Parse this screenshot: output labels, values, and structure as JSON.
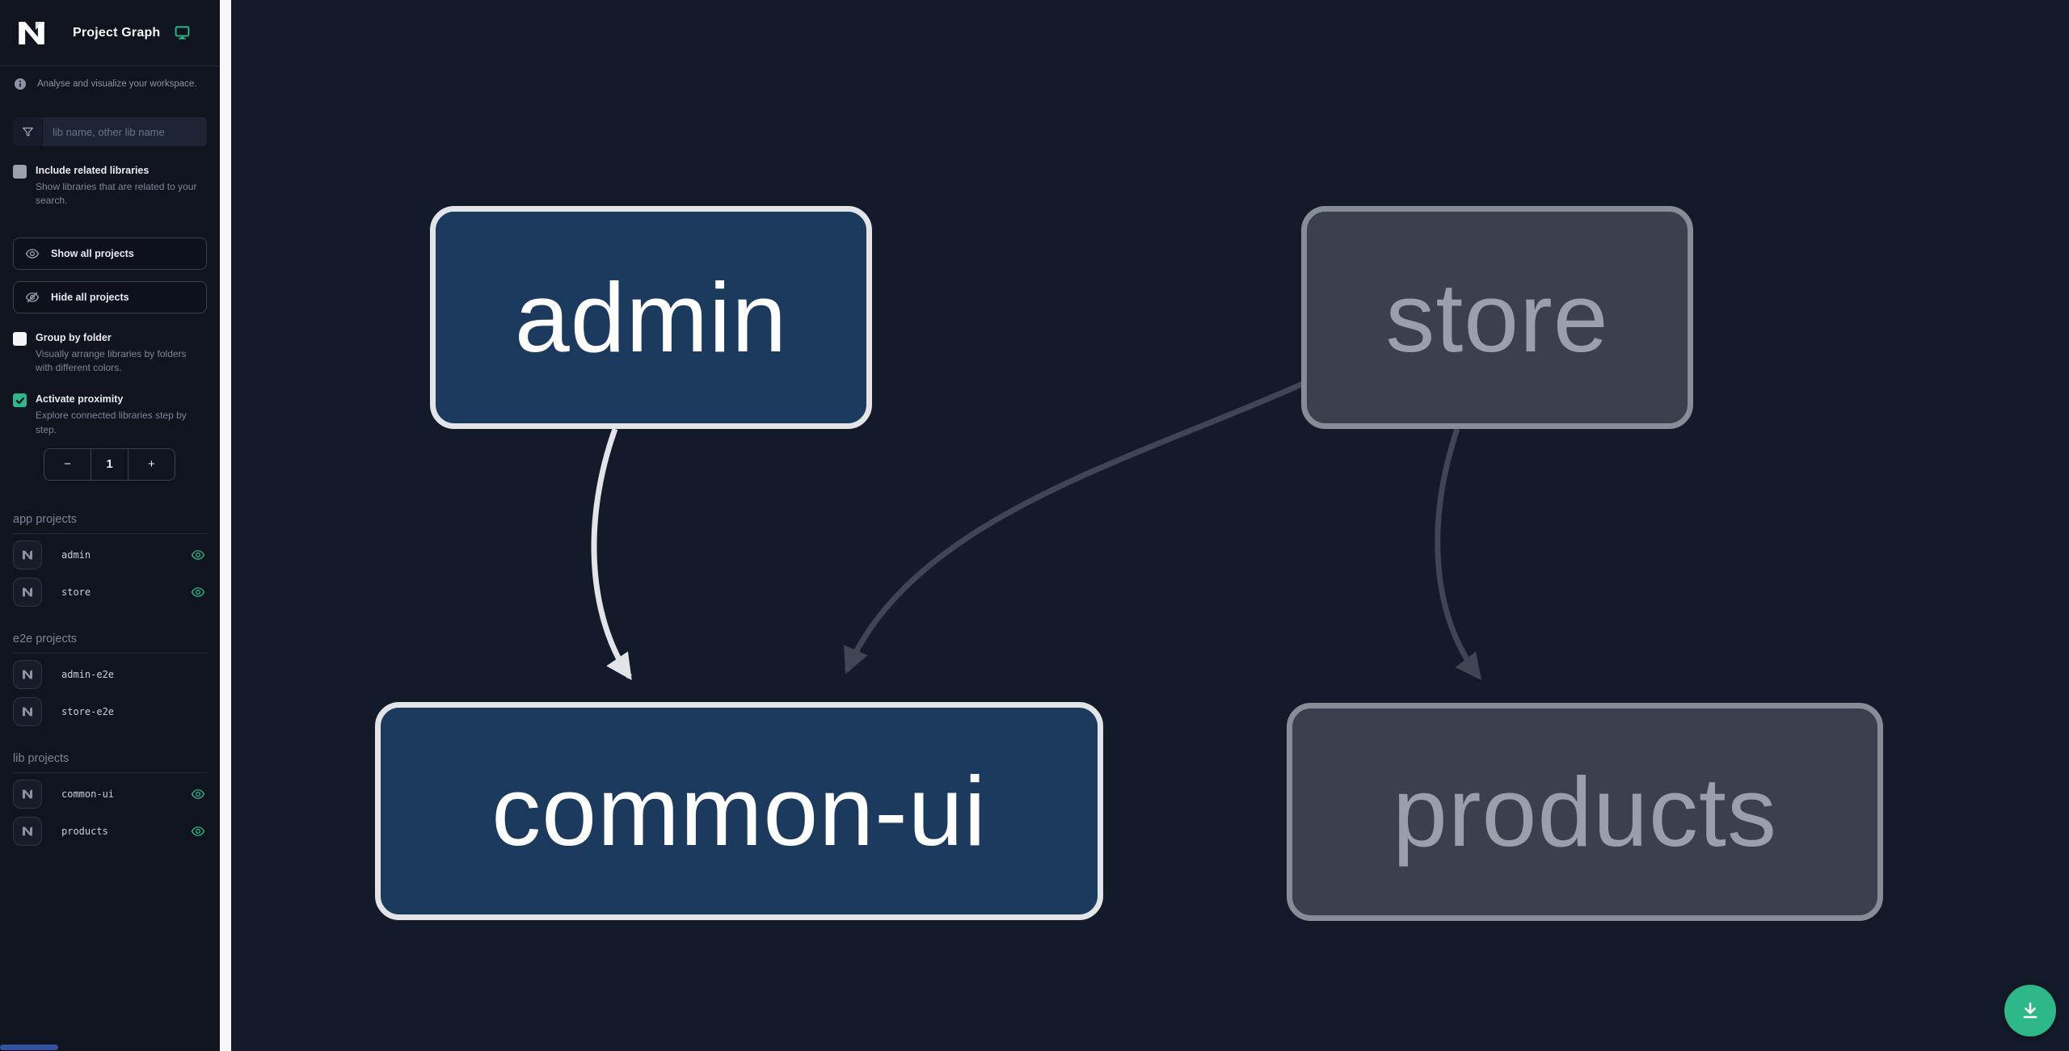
{
  "header": {
    "title": "Project Graph"
  },
  "sidebar": {
    "tagline": "Analyse and visualize your workspace.",
    "search_placeholder": "lib name, other lib name",
    "checkboxes": [
      {
        "label": "Include related libraries",
        "description": "Show libraries that are related to your search.",
        "checked": false
      },
      {
        "label": "Group by folder",
        "description": "Visually arrange libraries by folders with different colors.",
        "checked": false
      },
      {
        "label": "Activate proximity",
        "description": "Explore connected libraries step by step.",
        "checked": true
      }
    ],
    "buttons": {
      "show_all": "Show all projects",
      "hide_all": "Hide all projects"
    },
    "stepper": {
      "decrement": "−",
      "value": "1",
      "increment": "+"
    },
    "sections": [
      {
        "heading": "app projects",
        "items": [
          {
            "name": "admin",
            "visible": true
          },
          {
            "name": "store",
            "visible": true
          }
        ]
      },
      {
        "heading": "e2e projects",
        "items": [
          {
            "name": "admin-e2e",
            "visible": false
          },
          {
            "name": "store-e2e",
            "visible": false
          }
        ]
      },
      {
        "heading": "lib projects",
        "items": [
          {
            "name": "common-ui",
            "visible": true
          },
          {
            "name": "products",
            "visible": true
          }
        ]
      }
    ]
  },
  "graph": {
    "nodes": [
      {
        "id": "admin",
        "state": "focused"
      },
      {
        "id": "store",
        "state": "unfocused"
      },
      {
        "id": "common-ui",
        "state": "focused"
      },
      {
        "id": "products",
        "state": "unfocused"
      }
    ],
    "edges": [
      {
        "from": "admin",
        "to": "common-ui",
        "style": "highlighted"
      },
      {
        "from": "store",
        "to": "common-ui",
        "style": "muted"
      },
      {
        "from": "store",
        "to": "products",
        "style": "muted"
      }
    ]
  },
  "icons": {
    "logo": "nx-logo",
    "header_right": "monitor-icon",
    "tagline": "info-icon",
    "search": "funnel-icon",
    "show_all": "eye-icon",
    "hide_all": "eye-off-icon",
    "project_visible": "eye-icon",
    "fab": "download-icon"
  },
  "colors": {
    "accent_green": "#2eb789",
    "sidebar_bg": "#0f141e",
    "canvas_bg": "#131a29",
    "node_focused_fill": "#1b3a5e",
    "node_focused_border": "#e2e4e8",
    "node_unfocused_fill": "#3a414e",
    "node_unfocused_border": "#868d97",
    "edge_highlight": "#e2e4e8",
    "edge_muted": "#3e4654"
  }
}
